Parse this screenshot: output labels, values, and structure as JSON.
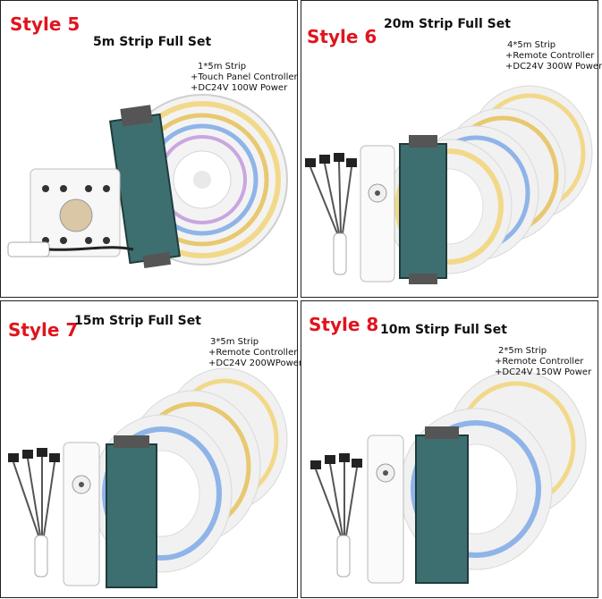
{
  "panels": [
    {
      "style": "Style 5",
      "title": "5m Strip Full Set",
      "specs": [
        "1*5m Strip",
        "+Touch Panel Controller",
        "+DC24V 100W Power"
      ]
    },
    {
      "style": "Style 6",
      "title": "20m Strip Full Set",
      "specs": [
        "4*5m Strip",
        "+Remote Controller",
        "+DC24V 300W Power"
      ]
    },
    {
      "style": "Style 7",
      "title": "15m Strip Full Set",
      "specs": [
        "3*5m Strip",
        "+Remote Controller",
        "+DC24V 200WPower"
      ]
    },
    {
      "style": "Style 8",
      "title": "10m Stirp Full Set",
      "specs": [
        "2*5m Strip",
        "+Remote Controller",
        "+DC24V 150W Power"
      ]
    }
  ],
  "colors": {
    "style_label": "#e0141e",
    "strip_warm": "#f2d98a",
    "strip_cool": "#8fb4e8",
    "driver_body": "#3e6f70"
  }
}
